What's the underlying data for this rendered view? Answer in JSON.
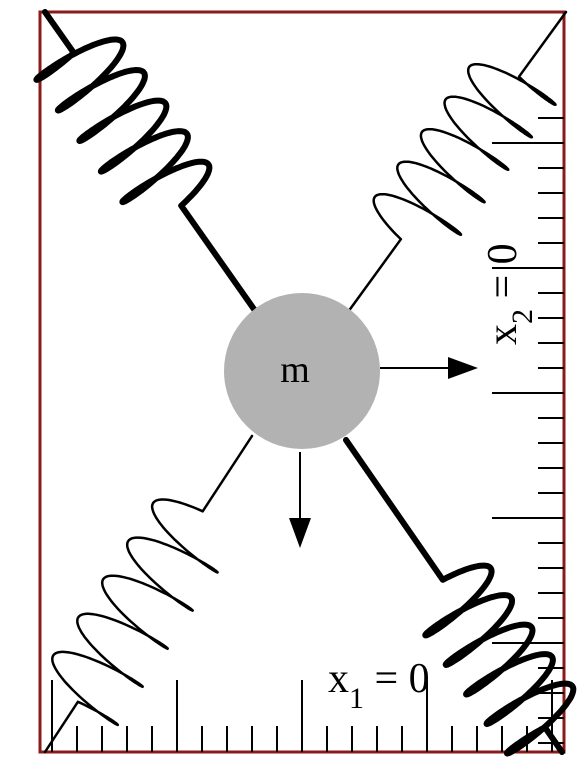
{
  "mass": {
    "label": "m",
    "label_color": "#1414d8",
    "fill_color": "#b2b2b2"
  },
  "labels": {
    "x1": {
      "base": "x",
      "sub": "1",
      "rest": " = 0"
    },
    "x2": {
      "base": "x",
      "sub": "2",
      "rest": " = 0"
    }
  },
  "colors": {
    "frame": "#8b1a1a",
    "ink": "#000000",
    "background": "#ffffff"
  }
}
